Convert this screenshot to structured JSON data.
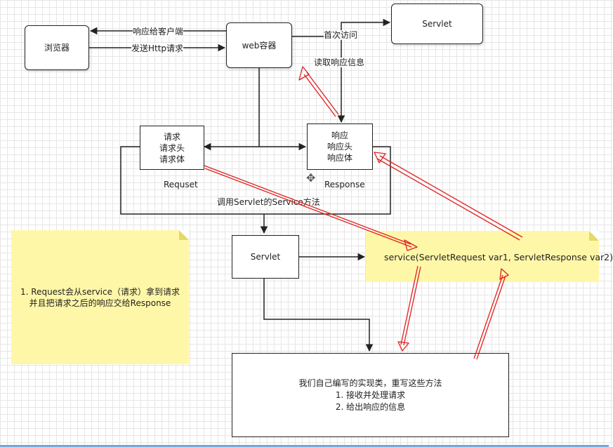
{
  "nodes": {
    "browser": "浏览器",
    "web_container": "web容器",
    "servlet_top": "Servlet",
    "request_box": [
      "请求",
      "请求头",
      "请求体"
    ],
    "response_box": [
      "响应",
      "响应头",
      "响应体"
    ],
    "servlet_mid": "Servlet",
    "impl_box": [
      "我们自己编写的实现类，重写这些方法",
      "1. 接收并处理请求",
      "2. 给出响应的信息"
    ]
  },
  "labels": {
    "respond_to_client": "响应给客户端",
    "send_http": "发送Http请求",
    "first_access": "首次访问",
    "read_response": "读取响应信息",
    "requset": "Requset",
    "response": "Response",
    "call_service": "调用Servlet的Service方法"
  },
  "notes": {
    "left_note": [
      "1. Request会从service（请求）拿到请求",
      "并且把请求之后的响应交给Response"
    ],
    "service_note": "service(ServletRequest var1, ServletResponse var2)"
  },
  "colors": {
    "note_bg": "#fff7a8",
    "annotation_arrow": "#e02020",
    "line": "#222222"
  }
}
